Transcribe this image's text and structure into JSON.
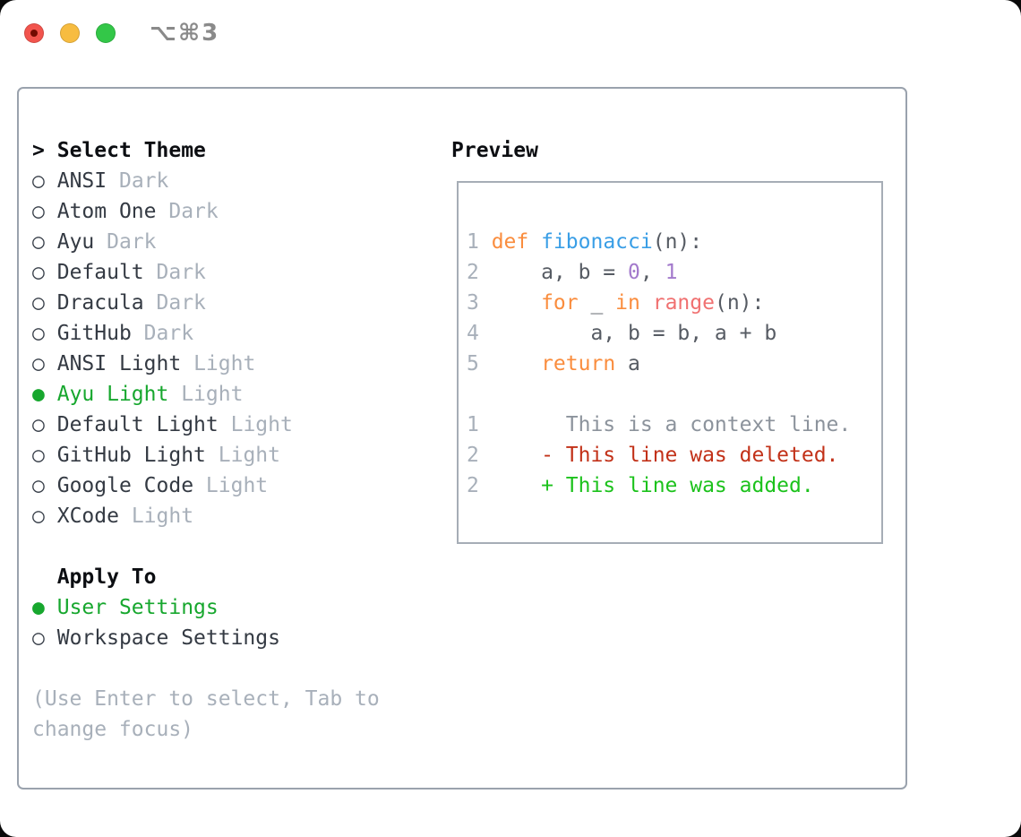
{
  "window": {
    "title": "⌥⌘3"
  },
  "theme_picker": {
    "header": {
      "prompt": ">",
      "label": "Select Theme"
    },
    "markers": {
      "selected": "●",
      "unselected": "○"
    },
    "themes": [
      {
        "name": "ANSI",
        "variant": "Dark",
        "selected": false
      },
      {
        "name": "Atom One",
        "variant": "Dark",
        "selected": false
      },
      {
        "name": "Ayu",
        "variant": "Dark",
        "selected": false
      },
      {
        "name": "Default",
        "variant": "Dark",
        "selected": false
      },
      {
        "name": "Dracula",
        "variant": "Dark",
        "selected": false
      },
      {
        "name": "GitHub",
        "variant": "Dark",
        "selected": false
      },
      {
        "name": "ANSI Light",
        "variant": "Light",
        "selected": false
      },
      {
        "name": "Ayu Light",
        "variant": "Light",
        "selected": true
      },
      {
        "name": "Default Light",
        "variant": "Light",
        "selected": false
      },
      {
        "name": "GitHub Light",
        "variant": "Light",
        "selected": false
      },
      {
        "name": "Google Code",
        "variant": "Light",
        "selected": false
      },
      {
        "name": "XCode",
        "variant": "Light",
        "selected": false
      }
    ],
    "apply_to": {
      "header": "Apply To",
      "options": [
        {
          "label": "User Settings",
          "selected": true
        },
        {
          "label": "Workspace Settings",
          "selected": false
        }
      ]
    },
    "hint": "(Use Enter to select, Tab to change focus)"
  },
  "preview": {
    "header": "Preview",
    "code_lines": [
      {
        "number": "1",
        "tokens": [
          {
            "t": "def",
            "c": "keyword"
          },
          {
            "t": " ",
            "c": "fg"
          },
          {
            "t": "fibonacci",
            "c": "function"
          },
          {
            "t": "(n):",
            "c": "fg"
          }
        ]
      },
      {
        "number": "2",
        "tokens": [
          {
            "t": "    a, b = ",
            "c": "fg"
          },
          {
            "t": "0",
            "c": "number"
          },
          {
            "t": ", ",
            "c": "fg"
          },
          {
            "t": "1",
            "c": "number"
          }
        ]
      },
      {
        "number": "3",
        "tokens": [
          {
            "t": "    ",
            "c": "fg"
          },
          {
            "t": "for",
            "c": "keyword"
          },
          {
            "t": " _ ",
            "c": "fg"
          },
          {
            "t": "in",
            "c": "keyword"
          },
          {
            "t": " ",
            "c": "fg"
          },
          {
            "t": "range",
            "c": "special"
          },
          {
            "t": "(n):",
            "c": "fg"
          }
        ]
      },
      {
        "number": "4",
        "tokens": [
          {
            "t": "        a, b = b, a + b",
            "c": "fg"
          }
        ]
      },
      {
        "number": "5",
        "tokens": [
          {
            "t": "    ",
            "c": "fg"
          },
          {
            "t": "return",
            "c": "keyword"
          },
          {
            "t": " a",
            "c": "fg"
          }
        ]
      }
    ],
    "diff_lines": [
      {
        "number": "1",
        "kind": "context",
        "text": "      This is a context line."
      },
      {
        "number": "2",
        "kind": "deleted",
        "text": "    - This line was deleted."
      },
      {
        "number": "2",
        "kind": "added",
        "text": "    + This line was added."
      }
    ]
  },
  "colors": {
    "accent_green": "#17a72e",
    "added_green": "#1cc21c",
    "deleted_red": "#c23118",
    "keyword_orange": "#fa8d3e",
    "function_blue": "#399ee6",
    "number_purple": "#a37acc",
    "special_red": "#f07171",
    "code_fg": "#565b63",
    "context_gray": "#8c939c",
    "muted_gray": "#a8b0ba",
    "text_dark": "#343a43",
    "header_black": "#0c0e12",
    "marker_ring": "#3a414b",
    "panel_border": "#9aa2ad",
    "box_border": "#a6adb6",
    "title_gray": "#8a8a8a",
    "tl_red": "#f2544d",
    "tl_red_dot": "#730b02",
    "tl_yellow": "#f7bc40",
    "tl_green": "#33c748"
  }
}
